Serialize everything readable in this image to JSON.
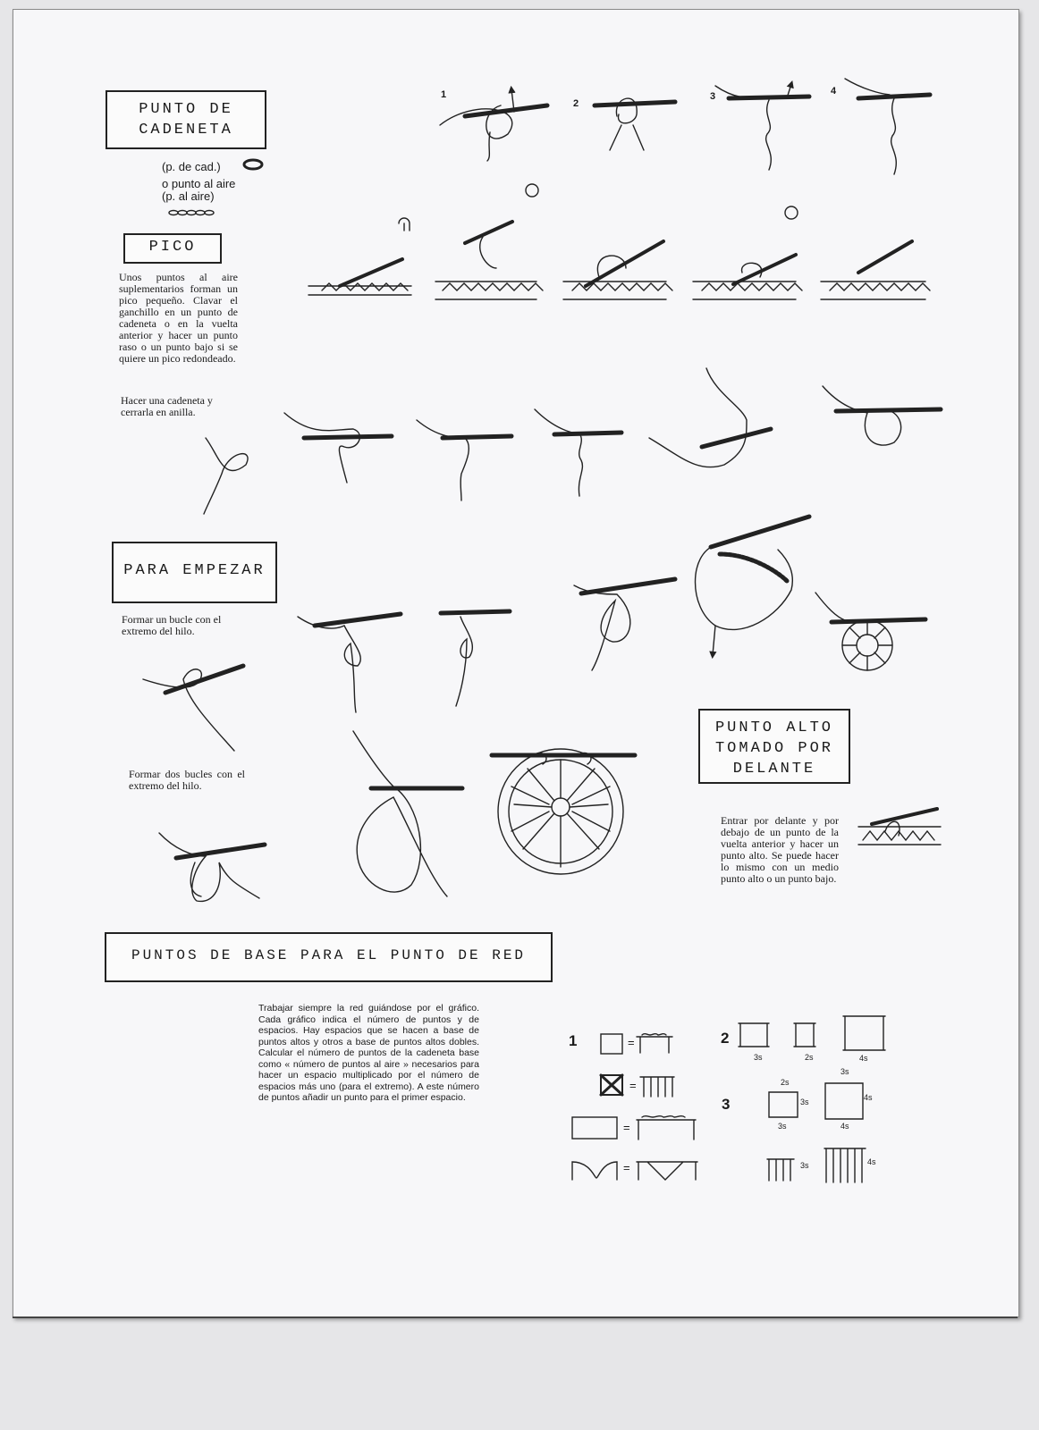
{
  "sections": {
    "cadeneta": {
      "title_line1": "PUNTO DE",
      "title_line2": "CADENETA",
      "abbr1": "(p. de cad.)",
      "alt": "o punto al aire",
      "abbr2": "(p. al aire)",
      "step_numbers": [
        "1",
        "2",
        "3",
        "4"
      ]
    },
    "pico": {
      "title": "PICO",
      "text1": "Unos puntos al aire suplementarios forman un pico pequeño. Clavar el ganchillo en un punto de cadeneta o en la vuelta anterior y hacer un punto raso o un punto bajo si se quiere un pico redondeado.",
      "text2": "Hacer una cadeneta y cerrarla en anilla."
    },
    "empezar": {
      "title": "PARA EMPEZAR",
      "text1": "Formar un bucle con el extremo del hilo.",
      "text2": "Formar dos bucles con el extremo del hilo."
    },
    "alto": {
      "title_line1": "PUNTO ALTO",
      "title_line2": "TOMADO POR",
      "title_line3": "DELANTE",
      "text": "Entrar por delante y por debajo de un punto de la vuelta anterior y hacer un punto alto. Se puede hacer lo mismo con un medio punto alto o un punto bajo."
    },
    "base": {
      "title": "PUNTOS DE BASE PARA EL PUNTO DE RED",
      "text": "Trabajar siempre la red guiándose por el gráfico. Cada gráfico indica el número de puntos y de espacios. Hay espacios que se hacen a base de puntos altos y otros a base de puntos altos dobles. Calcular el número de puntos de la cadeneta base como « número de puntos al aire » necesarios para hacer un espacio multiplicado por el número de espacios más uno (para el extremo). A este número de puntos añadir un punto para el primer espacio.",
      "chart_numbers": [
        "1",
        "2",
        "3"
      ],
      "equals": "=",
      "labels": [
        "3s",
        "2s",
        "4s",
        "2s",
        "3s",
        "3s",
        "3s",
        "4s",
        "4s",
        "3s",
        "4s"
      ]
    }
  }
}
